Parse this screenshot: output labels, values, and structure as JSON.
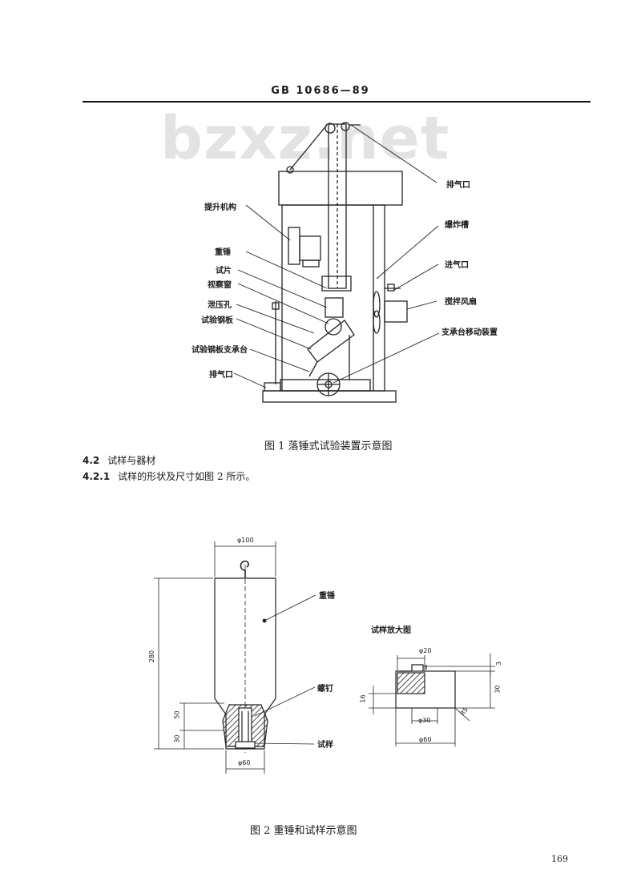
{
  "header": {
    "title": "GB 10686—89"
  },
  "watermark": {
    "text": "bzxz.net"
  },
  "figure1": {
    "labels": {
      "exhaust_top": "排气口",
      "lift": "提升机构",
      "chamber": "爆炸槽",
      "hammer": "重锤",
      "inlet": "进气口",
      "specimen": "试片",
      "window": "视察窗",
      "fan": "搅拌风扇",
      "relief": "泄压孔",
      "plate": "试验钢板",
      "mover": "支承台移动装置",
      "support": "试验钢板支承台",
      "exhaust_bottom": "排气口"
    },
    "caption": "图 1   落锤式试验装置示意图"
  },
  "section": {
    "num1": "4.2",
    "title1": "试样与器材",
    "num2": "4.2.1",
    "text2": "试样的形状及尺寸如图 2 所示。"
  },
  "figure2": {
    "dims": {
      "d100": "φ100",
      "h280": "280",
      "h50": "50",
      "h30": "30",
      "d60": "φ60",
      "d20": "φ20",
      "d30": "φ30",
      "d60b": "φ60",
      "v3": "3",
      "v30": "30",
      "v16": "16",
      "r5": "R5"
    },
    "labels": {
      "hammer": "重锤",
      "screw": "螺钉",
      "sample": "试样",
      "detail_title": "试样放大图"
    },
    "caption": "图 2   重锤和试样示意图"
  },
  "page_number": "169"
}
